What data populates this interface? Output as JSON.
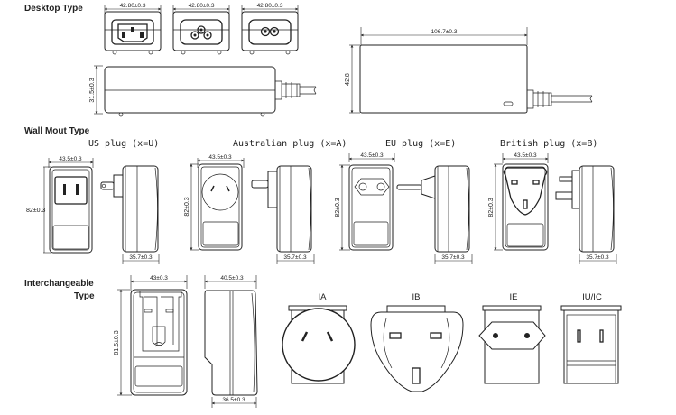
{
  "sections": {
    "desktop": "Desktop Type",
    "wall": "Wall Mout Type",
    "interchangeable_line1": "Interchangeable",
    "interchangeable_line2": "Type"
  },
  "desktop": {
    "inlet_widths": [
      "42.80±0.3",
      "42.80±0.3",
      "42.80±0.3"
    ],
    "inlet_types": [
      "C14-inlet",
      "C6-inlet",
      "C8-inlet"
    ],
    "side_height": "31.5±0.3",
    "top_length": "106.7±0.3",
    "top_width": "42.8"
  },
  "wall": {
    "plugs": [
      {
        "title": "US plug (x=U)",
        "width": "43.5±0.3",
        "height": "82±0.3",
        "depth": "35.7±0.3"
      },
      {
        "title": "Australian plug (x=A)",
        "width": "43.5±0.3",
        "height": "82±0.3",
        "depth": "35.7±0.3"
      },
      {
        "title": "EU plug (x=E)",
        "width": "43.5±0.3",
        "height": "82±0.3",
        "depth": "35.7±0.3"
      },
      {
        "title": "British plug (x=B)",
        "width": "43.5±0.3",
        "height": "82±0.3",
        "depth": "35.7±0.3"
      }
    ]
  },
  "interchangeable": {
    "front_width": "43±0.3",
    "front_height": "81.5±0.3",
    "side_top": "40.5±0.3",
    "side_bottom": "36.5±0.3",
    "adapters": [
      "IA",
      "IB",
      "IE",
      "IU/IC"
    ]
  }
}
